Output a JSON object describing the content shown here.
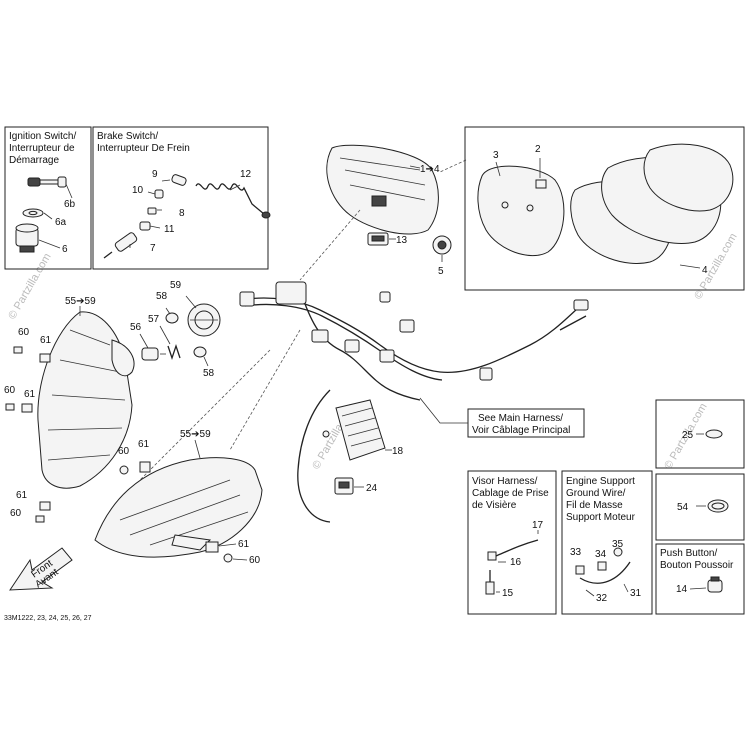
{
  "boxes": {
    "ignition": {
      "title_lines": [
        "Ignition Switch/",
        "Interrupteur de",
        "Démarrage"
      ]
    },
    "brake": {
      "title_lines": [
        "Brake Switch/",
        "Interrupteur De Frein"
      ]
    },
    "main_harness": {
      "text_lines": [
        "See Main Harness/",
        "Voir Câblage Principal"
      ]
    },
    "visor": {
      "title_lines": [
        "Visor Harness/",
        "Cablage de Prise",
        "de Visière"
      ]
    },
    "engine_ground": {
      "title_lines": [
        "Engine Support",
        "Ground Wire/",
        "Fil de Masse",
        "Support Moteur"
      ]
    },
    "push_button": {
      "title_lines": [
        "Push Button/",
        "Bouton Poussoir"
      ]
    }
  },
  "front_arrow": {
    "line1": "Front",
    "line2": "Avant"
  },
  "diagram_code": "33M1222, 23, 24, 25, 26, 27",
  "watermark": "© Partzilla.com",
  "callouts": {
    "c6b": "6b",
    "c6a": "6a",
    "c6": "6",
    "c9": "9",
    "c10": "10",
    "c8": "8",
    "c11": "11",
    "c7": "7",
    "c12": "12",
    "c1to4": "1➔4",
    "c13": "13",
    "c3": "3",
    "c2": "2",
    "c5": "5",
    "c4": "4",
    "c55a": "55➔59",
    "c59": "59",
    "c58a": "58",
    "c57": "57",
    "c56": "56",
    "c58b": "58",
    "c60a": "60",
    "c61a": "61",
    "c60b": "60",
    "c61b": "61",
    "c55b": "55➔59",
    "c60c": "60",
    "c61c": "61",
    "c61d": "61",
    "c60d": "60",
    "c61e": "61",
    "c60e": "60",
    "c18": "18",
    "c24": "24",
    "c17": "17",
    "c16": "16",
    "c15": "15",
    "c33": "33",
    "c34": "34",
    "c35": "35",
    "c32": "32",
    "c31": "31",
    "c25": "25",
    "c54": "54",
    "c14": "14"
  }
}
